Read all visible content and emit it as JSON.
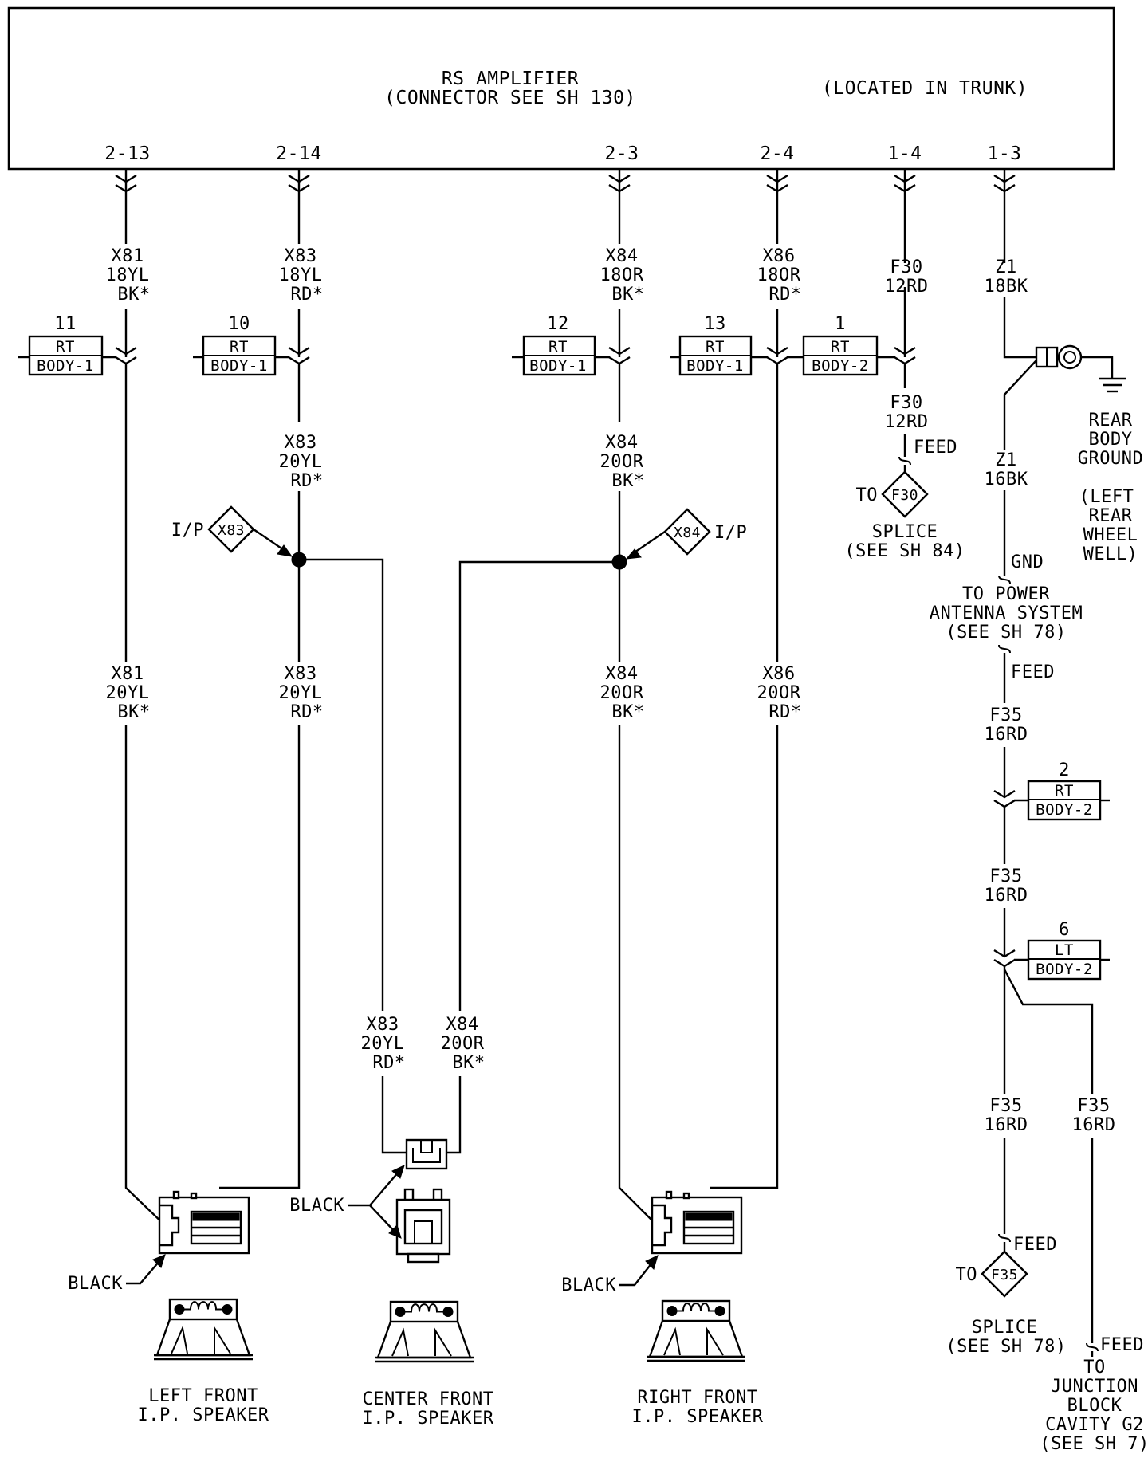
{
  "amplifier": {
    "title": "RS AMPLIFIER",
    "connector_note": "(CONNECTOR SEE SH 130)",
    "location": "(LOCATED IN TRUNK)",
    "pins": [
      "2-13",
      "2-14",
      "2-3",
      "2-4",
      "1-4",
      "1-3"
    ]
  },
  "wires": {
    "x81_upper": [
      "X81",
      "18YL",
      "BK*"
    ],
    "x83_upper": [
      "X83",
      "18YL",
      "RD*"
    ],
    "x84_upper": [
      "X84",
      "18OR",
      "BK*"
    ],
    "x86_upper": [
      "X86",
      "18OR",
      "RD*"
    ],
    "f30_upper": [
      "F30",
      "12RD"
    ],
    "z1_upper": [
      "Z1",
      "18BK"
    ],
    "x83_mid": [
      "X83",
      "20YL",
      "RD*"
    ],
    "x84_mid": [
      "X84",
      "20OR",
      "BK*"
    ],
    "f30_lower": [
      "F30",
      "12RD"
    ],
    "z1_lower": [
      "Z1",
      "16BK"
    ],
    "x81_lower": [
      "X81",
      "20YL",
      "BK*"
    ],
    "x83_lower": [
      "X83",
      "20YL",
      "RD*"
    ],
    "x84_lower": [
      "X84",
      "20OR",
      "BK*"
    ],
    "x86_lower": [
      "X86",
      "20OR",
      "RD*"
    ],
    "x83_center": [
      "X83",
      "20YL",
      "RD*"
    ],
    "x84_center": [
      "X84",
      "20OR",
      "BK*"
    ],
    "f35_a": [
      "F35",
      "16RD"
    ],
    "f35_b": [
      "F35",
      "16RD"
    ],
    "f35_c": [
      "F35",
      "16RD"
    ],
    "f35_d": [
      "F35",
      "16RD"
    ]
  },
  "connectors": [
    {
      "num": "11",
      "line1": "RT",
      "line2": "BODY-1"
    },
    {
      "num": "10",
      "line1": "RT",
      "line2": "BODY-1"
    },
    {
      "num": "12",
      "line1": "RT",
      "line2": "BODY-1"
    },
    {
      "num": "13",
      "line1": "RT",
      "line2": "BODY-1"
    },
    {
      "num": "1",
      "line1": "RT",
      "line2": "BODY-2"
    },
    {
      "num": "2",
      "line1": "RT",
      "line2": "BODY-2"
    },
    {
      "num": "6",
      "line1": "LT",
      "line2": "BODY-2"
    }
  ],
  "splices": {
    "x83": {
      "code": "X83",
      "label": "I/P"
    },
    "x84": {
      "code": "X84",
      "label": "I/P"
    },
    "f30": {
      "code": "F30",
      "to": "TO",
      "feed": "FEED",
      "note1": "SPLICE",
      "note2": "(SEE SH 84)"
    },
    "f35": {
      "code": "F35",
      "to": "TO",
      "feed": "FEED",
      "note1": "SPLICE",
      "note2": "(SEE SH 78)"
    }
  },
  "ground": {
    "lines": [
      "REAR",
      "BODY",
      "GROUND"
    ],
    "location_lines": [
      "(LEFT",
      "REAR",
      "WHEEL",
      "WELL)"
    ]
  },
  "power_antenna": {
    "gnd": "GND",
    "lines": [
      "TO POWER",
      "ANTENNA SYSTEM",
      "(SEE SH 78)"
    ],
    "feed": "FEED"
  },
  "junction_block": {
    "feed": "FEED",
    "lines": [
      "TO",
      "JUNCTION",
      "BLOCK",
      "CAVITY G2",
      "(SEE SH 7)"
    ]
  },
  "connector_colors": {
    "left": "BLACK",
    "center": "BLACK",
    "right": "BLACK"
  },
  "speakers": [
    {
      "line1": "LEFT FRONT",
      "line2": "I.P. SPEAKER"
    },
    {
      "line1": "CENTER FRONT",
      "line2": "I.P. SPEAKER"
    },
    {
      "line1": "RIGHT FRONT",
      "line2": "I.P. SPEAKER"
    }
  ]
}
